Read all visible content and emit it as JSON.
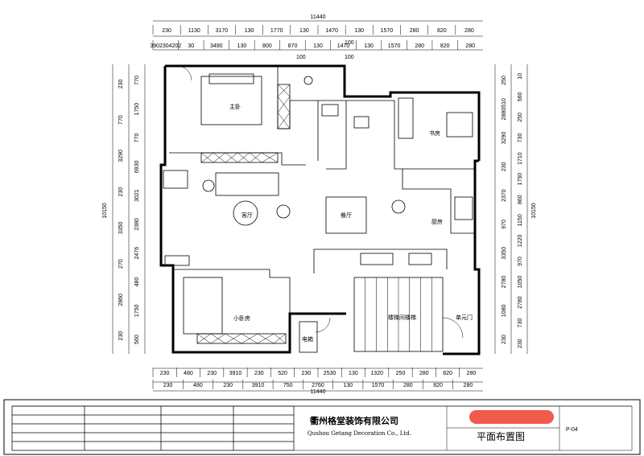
{
  "overall_width_top": "11440",
  "overall_width_bottom": "11440",
  "overall_height_left": "10150",
  "overall_height_right": "10150",
  "top_dims_row1": [
    "230",
    "1130",
    "3170",
    "130",
    "1770",
    "130",
    "1470",
    "130",
    "1570",
    "280",
    "820",
    "280"
  ],
  "top_dims_row2": [
    "3902304202",
    "30",
    "3490",
    "130",
    "800",
    "870",
    "130",
    "1470",
    "130",
    "1570",
    "280",
    "820",
    "280"
  ],
  "top_dims_row2_extra": [
    "100",
    "100",
    "100"
  ],
  "left_dims_outer": [
    "230",
    "770",
    "3290",
    "230",
    "3350",
    "270",
    "2860",
    "230"
  ],
  "left_dims_inner": [
    "770",
    "1750",
    "770",
    "6930",
    "3021",
    "2380",
    "2476",
    "480",
    "1750",
    "560"
  ],
  "right_dims_outer": [
    "250",
    "2880510",
    "3290",
    "230",
    "2370",
    "970",
    "3350",
    "2780",
    "1080",
    "230"
  ],
  "right_dims_inner": [
    "10",
    "560",
    "250",
    "730",
    "1710",
    "1750",
    "860",
    "1150",
    "1220",
    "970",
    "1050",
    "2780",
    "730",
    "230"
  ],
  "bottom_dims_row1": [
    "230",
    "480",
    "230",
    "3910",
    "230",
    "520",
    "230",
    "2530",
    "130",
    "1320",
    "250",
    "280",
    "820",
    "280"
  ],
  "bottom_dims_row2": [
    "230",
    "480",
    "230",
    "3910",
    "750",
    "2760",
    "130",
    "1570",
    "280",
    "820",
    "280"
  ],
  "rooms": {
    "master_bedroom": "主卧",
    "study": "书房",
    "living_room": "客厅",
    "dining_room": "餐厅",
    "kitchen": "厨房",
    "small_bedroom": "小卧房",
    "stair": "楼梯间楼梯",
    "door_label": "单元门",
    "meter": "电箱"
  },
  "title_block": {
    "company_cn": "衢州格堂装饰有限公司",
    "company_en": "Qushou Getang Decoration Co., Ltd.",
    "drawing_title": "平面布置图",
    "page_no": "P-04",
    "redacted_color": "#f25a4a"
  }
}
